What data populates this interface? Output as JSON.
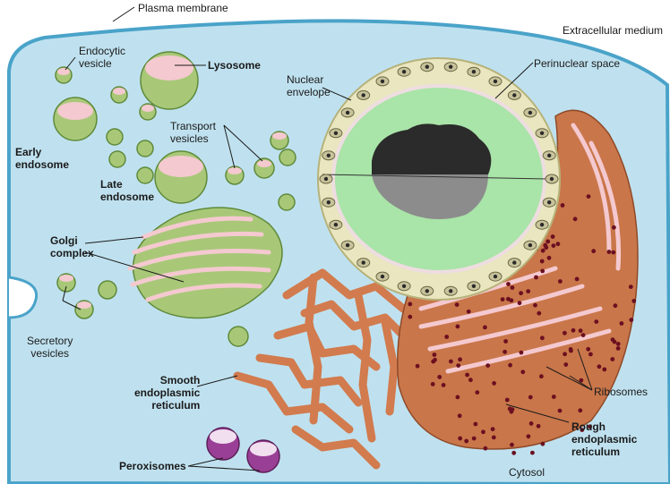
{
  "labels": {
    "plasma_membrane": "Plasma membrane",
    "extracellular_medium": "Extracellular medium",
    "endocytic_vesicle": "Endocytic\nvesicle",
    "lysosome": "Lysosome",
    "nuclear_envelope": "Nuclear\nenvelope",
    "perinuclear_space": "Perinuclear space",
    "early_endosome": "Early\nendosome",
    "transport_vesicles": "Transport\nvesicles",
    "late_endosome": "Late\nendosome",
    "golgi_complex": "Golgi\ncomplex",
    "secretory_vesicles": "Secretory\nvesicles",
    "smooth_er": "Smooth\nendoplasmic\nreticulum",
    "ribosomes": "Ribosomes",
    "rough_er": "Rough\nendoplasmic\nreticulum",
    "peroxisomes": "Peroxisomes",
    "cytosol": "Cytosol"
  },
  "colors": {
    "cytosol": "#bfe1ef",
    "membrane": "#4aa3c9",
    "vesicle_green": "#a8c878",
    "vesicle_pink": "#f4c9cf",
    "nucleus_envelope": "#e9e6c0",
    "nucleoplasm": "#a9e4a8",
    "chromatin_dark": "#2b2b2b",
    "smooth_er": "#d27b4e",
    "rough_er": "#c9764a",
    "ribosome": "#6a1020",
    "peroxisome": "#9a3f96"
  }
}
